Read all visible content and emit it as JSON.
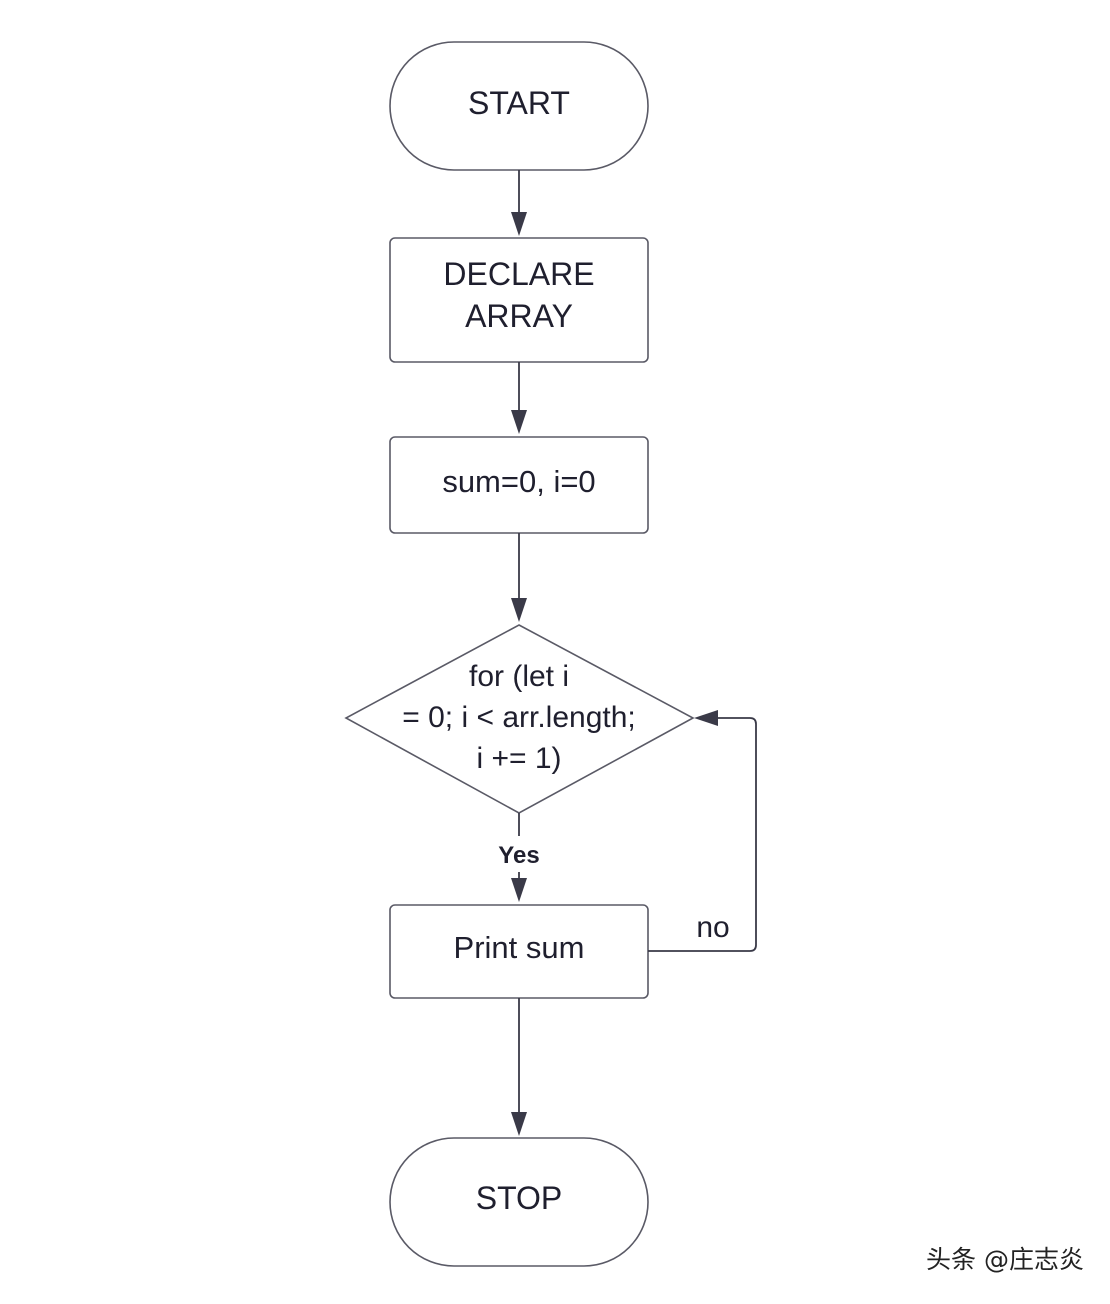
{
  "colors": {
    "background": "#ffffff",
    "node_stroke": "#5a5a66",
    "edge": "#3a3a48",
    "text": "#1f1f2e"
  },
  "nodes": {
    "start": {
      "label": "START"
    },
    "declare": {
      "line1": "DECLARE",
      "line2": "ARRAY"
    },
    "init": {
      "label": "sum=0, i=0"
    },
    "loop": {
      "line1": "for (let i",
      "line2": "= 0; i < arr.length;",
      "line3": "i += 1)"
    },
    "print": {
      "label": "Print sum"
    },
    "stop": {
      "label": "STOP"
    }
  },
  "edges": {
    "yes_label": "Yes",
    "no_label": "no"
  },
  "watermark": "头条 @庄志炎"
}
